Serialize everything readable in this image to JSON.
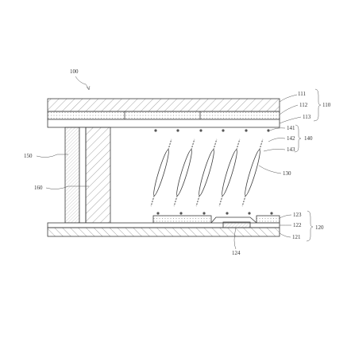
{
  "labels": {
    "device": "100",
    "upper_substrate_group": "110",
    "layer_111": "111",
    "layer_112": "112",
    "layer_113": "113",
    "lc_group": "140",
    "layer_141": "141",
    "layer_142": "142",
    "layer_143": "143",
    "lc_molecule": "130",
    "spacer_outer": "150",
    "spacer_inner": "160",
    "lower_substrate_group": "120",
    "layer_123": "123",
    "layer_122": "122",
    "layer_121": "121",
    "electrode": "124"
  }
}
